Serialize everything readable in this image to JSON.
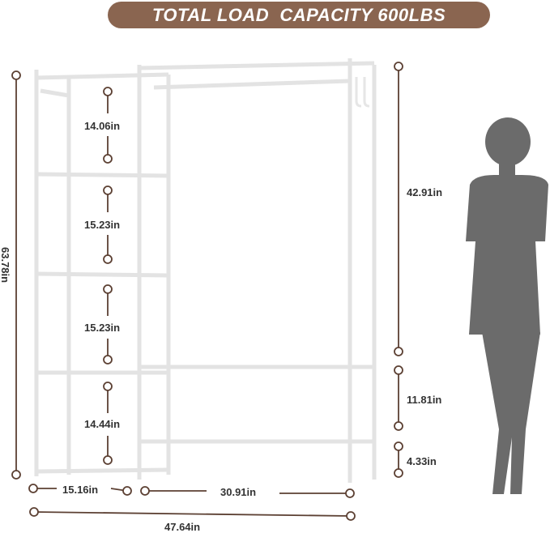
{
  "banner": {
    "text": "TOTAL LOAD  CAPACITY 600LBS",
    "color": "#8a6550"
  },
  "colors": {
    "dimension_line": "#5c4033",
    "frame": "#e6e6e6",
    "silhouette": "#6b6b6b"
  },
  "dimensions": {
    "total_height": "63.78in",
    "shelf_gap_1": "14.06in",
    "shelf_gap_2": "15.23in",
    "shelf_gap_3": "15.23in",
    "shelf_gap_4": "14.44in",
    "hanging_height": "42.91in",
    "lower_gap": "11.81in",
    "bottom_clearance": "4.33in",
    "left_width": "15.16in",
    "right_width": "30.91in",
    "total_width": "47.64in"
  },
  "figure": {
    "type": "woman-silhouette"
  }
}
